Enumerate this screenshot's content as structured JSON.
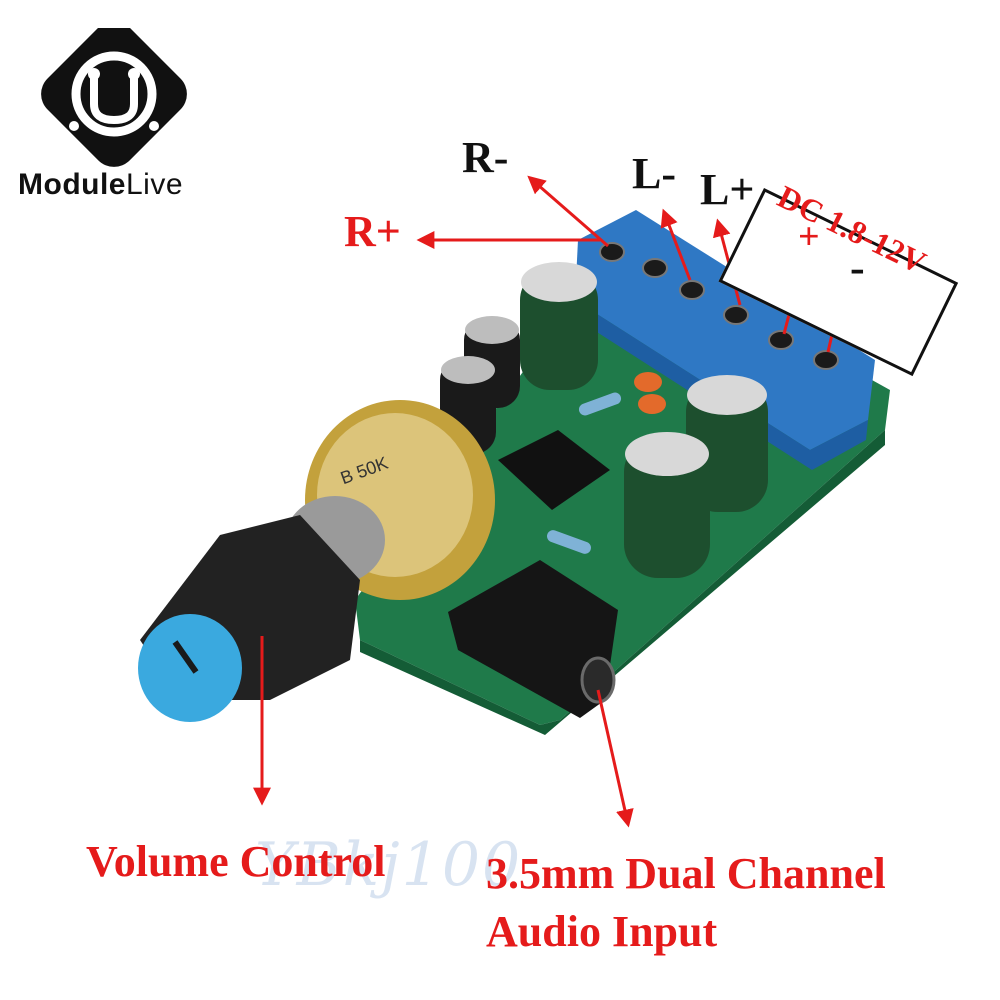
{
  "brand": {
    "part1": "Module",
    "part2": "Live"
  },
  "labels": {
    "r_minus": "R-",
    "r_plus": "R+",
    "l_minus": "L-",
    "l_plus": "L+",
    "dc_line": "DC 1.8-12V",
    "dc_plus": "+",
    "dc_minus": "-",
    "volume": "Volume Control",
    "input_line1": "3.5mm Dual Channel",
    "input_line2": "Audio Input"
  },
  "pot_label": "B 50K",
  "watermark": "YBkj100",
  "colors": {
    "annotation": "#e51b1b",
    "board": "#1f7a4a",
    "terminal": "#2f78c4",
    "knob": "#222222",
    "knob_cap": "#3aa9df"
  }
}
